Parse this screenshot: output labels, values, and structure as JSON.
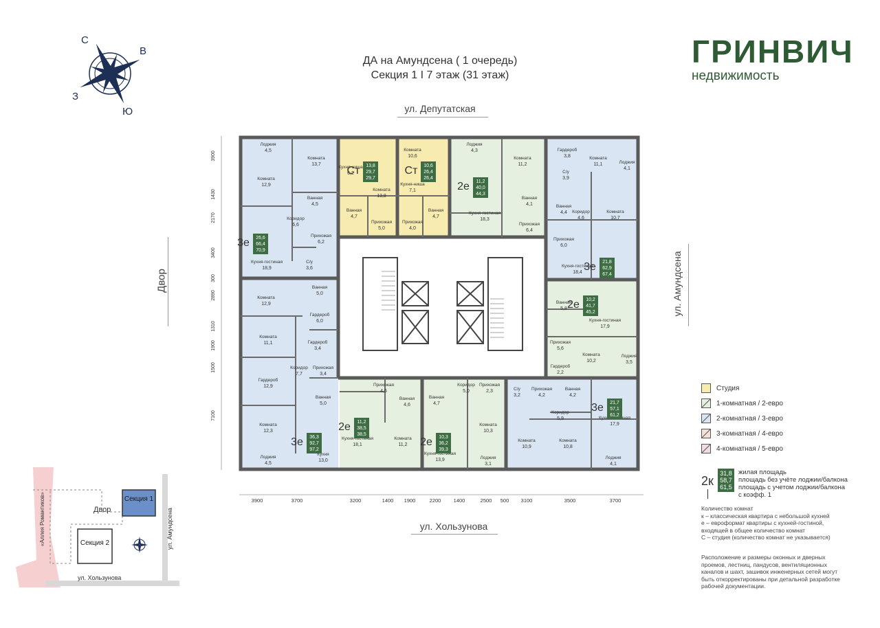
{
  "brand": {
    "name": "ГРИНВИЧ",
    "subtitle": "недвижимость"
  },
  "header": {
    "line1": "ДА на Амундсена ( 1 очередь)",
    "line2": "Секция 1 I 7 этаж (31 этаж)"
  },
  "compass": {
    "n": "С",
    "s": "Ю",
    "e": "В",
    "w": "З"
  },
  "streets": {
    "top": "ул. Депутатская",
    "bottom": "ул. Хользунова",
    "right": "ул. Амундсена",
    "left": "Двор"
  },
  "dims_left": [
    "3900",
    "1430",
    "2170",
    "3400",
    "300",
    "2890",
    "1310",
    "1900",
    "1500",
    "7100"
  ],
  "dims_bottom": [
    "3900",
    "3700",
    "3200",
    "1400",
    "1900",
    "2200",
    "1400",
    "2500",
    "500",
    "3100",
    "3500",
    "3700"
  ],
  "apartments": [
    {
      "type": "Ст",
      "values": [
        "13,8",
        "29,7",
        "29,7"
      ]
    },
    {
      "type": "Ст",
      "values": [
        "10,6",
        "26,4",
        "26,4"
      ]
    },
    {
      "type": "2е",
      "values": [
        "11,2",
        "40,0",
        "44,3"
      ]
    },
    {
      "type": "3е",
      "values": [
        "26,6",
        "66,4",
        "70,9"
      ]
    },
    {
      "type": "3е",
      "values": [
        "21,8",
        "62,9",
        "67,4"
      ]
    },
    {
      "type": "2е",
      "values": [
        "10,2",
        "41,7",
        "45,2"
      ]
    },
    {
      "type": "3е",
      "values": [
        "36,3",
        "92,7",
        "97,2"
      ]
    },
    {
      "type": "2е",
      "values": [
        "11,2",
        "38,5",
        "38,5"
      ]
    },
    {
      "type": "2е",
      "values": [
        "10,3",
        "36,2",
        "39,3"
      ]
    },
    {
      "type": "3е",
      "values": [
        "21,7",
        "57,1",
        "61,2"
      ]
    }
  ],
  "rooms": [
    {
      "label": "Лоджия",
      "area": "4,5"
    },
    {
      "label": "Комната",
      "area": "12,9"
    },
    {
      "label": "Комната",
      "area": "13,7"
    },
    {
      "label": "Ванная",
      "area": "4,5"
    },
    {
      "label": "Коридор",
      "area": "6,6"
    },
    {
      "label": "Прихожая",
      "area": "6,2"
    },
    {
      "label": "Кухня-гостиная",
      "area": "18,9"
    },
    {
      "label": "С/у",
      "area": "3,6"
    },
    {
      "label": "Кухня-ниша",
      "area": "6,2"
    },
    {
      "label": "Комната",
      "area": "13,8"
    },
    {
      "label": "Ванная",
      "area": "4,7"
    },
    {
      "label": "Прихожая",
      "area": "5,0"
    },
    {
      "label": "Комната",
      "area": "10,6"
    },
    {
      "label": "Кухня-ниша",
      "area": "7,1"
    },
    {
      "label": "Прихожая",
      "area": "4,0"
    },
    {
      "label": "Ванная",
      "area": "4,7"
    },
    {
      "label": "Лоджия",
      "area": "4,3"
    },
    {
      "label": "Кухня-гостиная",
      "area": "18,3"
    },
    {
      "label": "Комната",
      "area": "11,2"
    },
    {
      "label": "Ванная",
      "area": "4,1"
    },
    {
      "label": "Прихожая",
      "area": "6,4"
    },
    {
      "label": "Гардероб",
      "area": "3,8"
    },
    {
      "label": "С/у",
      "area": "3,9"
    },
    {
      "label": "Комната",
      "area": "11,1"
    },
    {
      "label": "Лоджия",
      "area": "4,1"
    },
    {
      "label": "Ванная",
      "area": "4,4"
    },
    {
      "label": "Коридор",
      "area": "4,6"
    },
    {
      "label": "Комната",
      "area": "10,7"
    },
    {
      "label": "Прихожая",
      "area": "6,0"
    },
    {
      "label": "Кухня-гостиная",
      "area": "18,4"
    },
    {
      "label": "Комната",
      "area": "12,9"
    },
    {
      "label": "Ванная",
      "area": "5,0"
    },
    {
      "label": "Гардероб",
      "area": "6,0"
    },
    {
      "label": "Комната",
      "area": "11,1"
    },
    {
      "label": "Гардероб",
      "area": "3,4"
    },
    {
      "label": "Прихожая",
      "area": "3,4"
    },
    {
      "label": "Коридор",
      "area": "7,7"
    },
    {
      "label": "Гардероб",
      "area": "12,9"
    },
    {
      "label": "Ванная",
      "area": "5,0"
    },
    {
      "label": "Комната",
      "area": "12,3"
    },
    {
      "label": "Кухня",
      "area": "13,0"
    },
    {
      "label": "Лоджия",
      "area": "4,5"
    },
    {
      "label": "Ванная",
      "area": "5,8"
    },
    {
      "label": "Кухня-гостиная",
      "area": "17,9"
    },
    {
      "label": "Прихожая",
      "area": "5,6"
    },
    {
      "label": "Комната",
      "area": "10,2"
    },
    {
      "label": "Гардероб",
      "area": "2,2"
    },
    {
      "label": "Лоджия",
      "area": "3,5"
    },
    {
      "label": "Прихожая",
      "area": "4,6"
    },
    {
      "label": "Ванная",
      "area": "4,6"
    },
    {
      "label": "Кухня-гостиная",
      "area": "18,1"
    },
    {
      "label": "Комната",
      "area": "11,2"
    },
    {
      "label": "Ванная",
      "area": "4,7"
    },
    {
      "label": "Коридор",
      "area": "5,0"
    },
    {
      "label": "Прихожая",
      "area": "2,3"
    },
    {
      "label": "Комната",
      "area": "10,3"
    },
    {
      "label": "Кухня-гостиная",
      "area": "13,9"
    },
    {
      "label": "Лоджия",
      "area": "3,1"
    },
    {
      "label": "С/у",
      "area": "3,2"
    },
    {
      "label": "Прихожая",
      "area": "4,2"
    },
    {
      "label": "Ванная",
      "area": "4,2"
    },
    {
      "label": "Коридор",
      "area": "5,9"
    },
    {
      "label": "Комната",
      "area": "10,9"
    },
    {
      "label": "Комната",
      "area": "10,8"
    },
    {
      "label": "Кухня-гостиная",
      "area": "17,9"
    },
    {
      "label": "Лоджия",
      "area": "4,1"
    }
  ],
  "legend": [
    {
      "label": "Студия",
      "color": "#f8ebb0"
    },
    {
      "label": "1-комнатная / 2-евро",
      "color": "#e6f0e0"
    },
    {
      "label": "2-комнатная / 3-евро",
      "color": "#d9e5f3"
    },
    {
      "label": "3-комнатная / 4-евро",
      "color": "#f6e2d4"
    },
    {
      "label": "4-комнатная / 5-евро",
      "color": "#efdde0"
    }
  ],
  "key": {
    "type": "2к",
    "values": [
      "31,8",
      "58,7",
      "61,5"
    ],
    "line1": "жилая площадь",
    "line2": "площадь без учёте лоджии/балкона",
    "line3": "площадь с учетом лоджии/балкона",
    "line4": "с коэфф. 1"
  },
  "notes": {
    "rooms_title": "Количество комнат",
    "rooms_k": "к – классическая квартира с небольшой кухней",
    "rooms_e1": "е – евроформат квартиры с кухней-гостиной,",
    "rooms_e2": "входящей в общее количество комнат",
    "rooms_s": "С – студия (количество комнат не указывается)",
    "disclaimer1": "Расположение и размеры оконных и дверных",
    "disclaimer2": "проемов, лестниц, пандусов, вентиляционных",
    "disclaimer3": "каналов и шахт, зашивок инженерных сетей могут",
    "disclaimer4": "быть откорректированы при детальной разработке",
    "disclaimer5": "рабочей документации."
  },
  "site_map": {
    "courtyard": "Двор",
    "section1": "Секция 1",
    "section2": "Секция 2",
    "alley": "«Аллея Романтиков»",
    "street_right": "ул. Амундсена",
    "street_bottom": "ул. Хользунова"
  },
  "colors": {
    "brand": "#2f5b34",
    "studio": "#f8ebb0",
    "one_room": "#e6f0e0",
    "two_room": "#d9e5f3",
    "wall": "#5a5a5a",
    "label_box": "#3e6d43",
    "section1": "#6b8fc8"
  }
}
